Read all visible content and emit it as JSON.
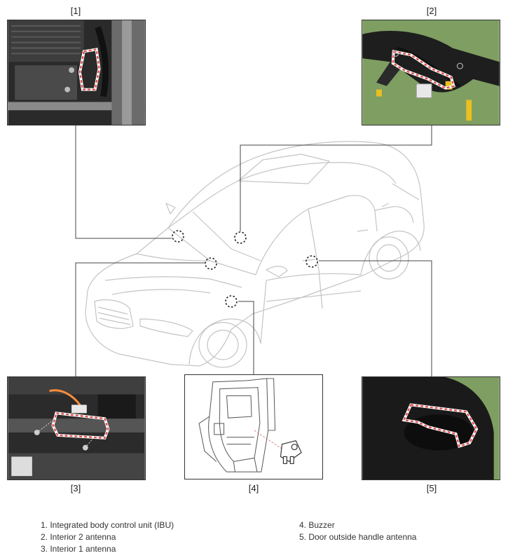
{
  "figure_labels": [
    "[1]",
    "[2]",
    "[3]",
    "[4]",
    "[5]"
  ],
  "legend": {
    "left": [
      "1. Integrated body control unit (IBU)",
      "2. Interior 2 antenna",
      "3. Interior 1 antenna"
    ],
    "right": [
      "4. Buzzer",
      "5. Door outside handle antenna"
    ]
  },
  "colors": {
    "highlight": "#e05050",
    "frame_border": "#333333",
    "leader_line": "#444444",
    "car_line": "#c8c8c8",
    "photo_green": "#7f9e62",
    "photo_dark": "#1c1c1c"
  },
  "icons": [
    "car-outline-icon",
    "component-photo-icon",
    "location-marker-icon"
  ]
}
